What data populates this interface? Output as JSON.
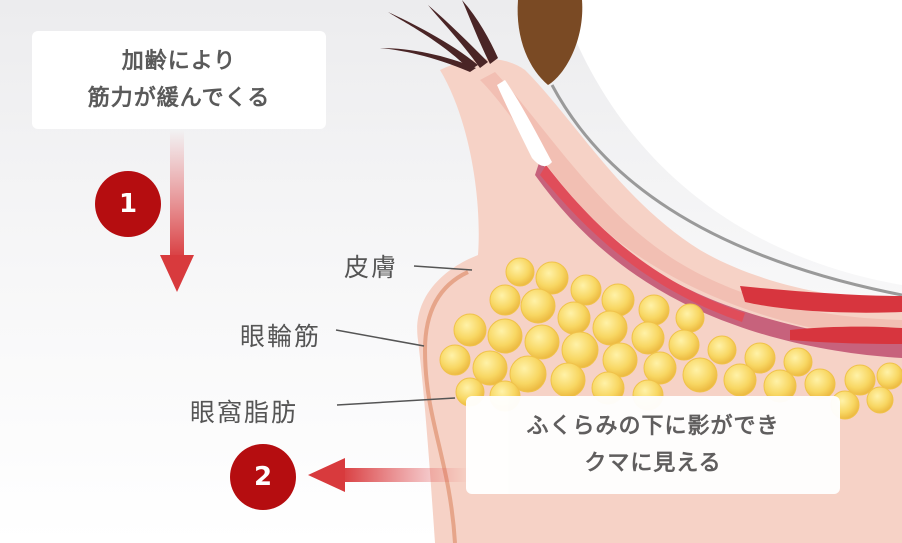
{
  "callout_top": {
    "line1": "加齢により",
    "line2": "筋力が緩んでくる"
  },
  "callout_bottom": {
    "line1": "ふくらみの下に影ができ",
    "line2": "クマに見える"
  },
  "labels": {
    "skin": "皮膚",
    "muscle": "眼輪筋",
    "fat": "眼窩脂肪"
  },
  "steps": {
    "one": "1",
    "two": "2"
  },
  "colors": {
    "accent_red": "#b50d10",
    "skin": "#f6d2c6",
    "fat_yellow": "#f7d25e",
    "muscle_red": "#d63a4a"
  }
}
